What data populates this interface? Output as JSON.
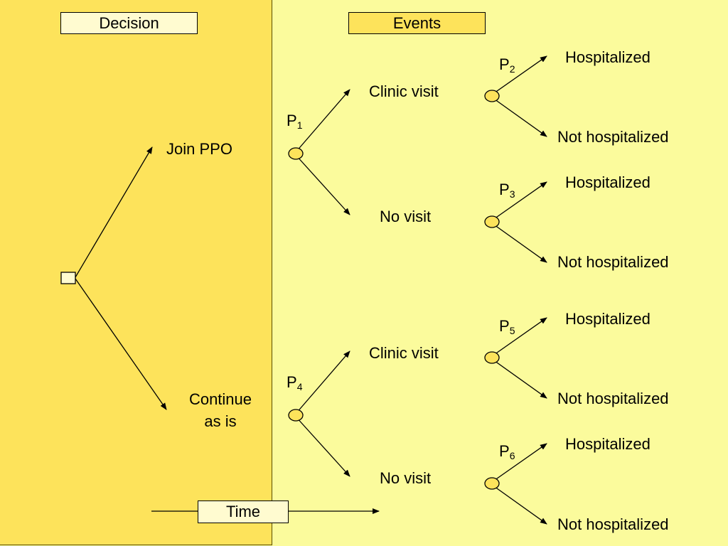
{
  "headers": {
    "decision": "Decision",
    "events": "Events",
    "time": "Time"
  },
  "decision_options": {
    "join": "Join PPO",
    "continue_line1": "Continue",
    "continue_line2": "as is"
  },
  "probabilities": {
    "p1": {
      "letter": "P",
      "index": "1"
    },
    "p2": {
      "letter": "P",
      "index": "2"
    },
    "p3": {
      "letter": "P",
      "index": "3"
    },
    "p4": {
      "letter": "P",
      "index": "4"
    },
    "p5": {
      "letter": "P",
      "index": "5"
    },
    "p6": {
      "letter": "P",
      "index": "6"
    }
  },
  "chance_outcomes": {
    "upper_visit": "Clinic visit",
    "upper_novisit": "No visit",
    "lower_visit": "Clinic visit",
    "lower_novisit": "No visit"
  },
  "final_outcomes": {
    "o1": "Hospitalized",
    "o2": "Not hospitalized",
    "o3": "Hospitalized",
    "o4": "Not hospitalized",
    "o5": "Hospitalized",
    "o6": "Not hospitalized",
    "o7": "Hospitalized",
    "o8": "Not hospitalized"
  },
  "colors": {
    "left_panel": "#fde35b",
    "background": "#fbfb9c",
    "node_fill": "#fde35b"
  }
}
